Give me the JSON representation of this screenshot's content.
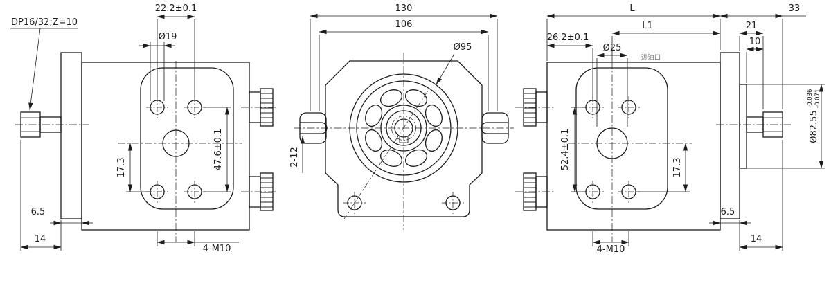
{
  "style": {
    "ink": "#1c1c1c",
    "background": "#ffffff",
    "muted_note": "#777777"
  },
  "left_view": {
    "spline_note": "DP16/32;Z=10",
    "dim_bolt_span_h": "22.2±0.1",
    "dim_hole_dia": "Ø19",
    "dim_center_offset": "17.3",
    "dim_bolt_span_v": "47.6±0.1",
    "dim_flange_thickness": "6.5",
    "dim_shaft_length": "14",
    "bolt_callout": "4-M10"
  },
  "front_view": {
    "dim_overall_width": "130",
    "dim_inner_width": "106",
    "dim_pilot_dia": "Ø95",
    "ear_slot_callout": "2-12"
  },
  "right_view": {
    "dim_length": "L",
    "dim_length1": "L1",
    "dim_shaft_ext": "33",
    "dim_shaft_step": "21",
    "dim_shaft_tip": "10",
    "dim_port_offset": "26.2±0.1",
    "dim_port_dia": "Ø25",
    "port_note": "进油口",
    "dim_bolt_span_v": "52.4±0.1",
    "dim_center_offset": "17.3",
    "dim_spigot_dia": "Ø82.55",
    "dim_spigot_tol_upper": "-0.036",
    "dim_spigot_tol_lower": "-0.071",
    "dim_flange_thickness": "6.5",
    "dim_shaft_length": "14",
    "bolt_callout": "4-M10"
  }
}
